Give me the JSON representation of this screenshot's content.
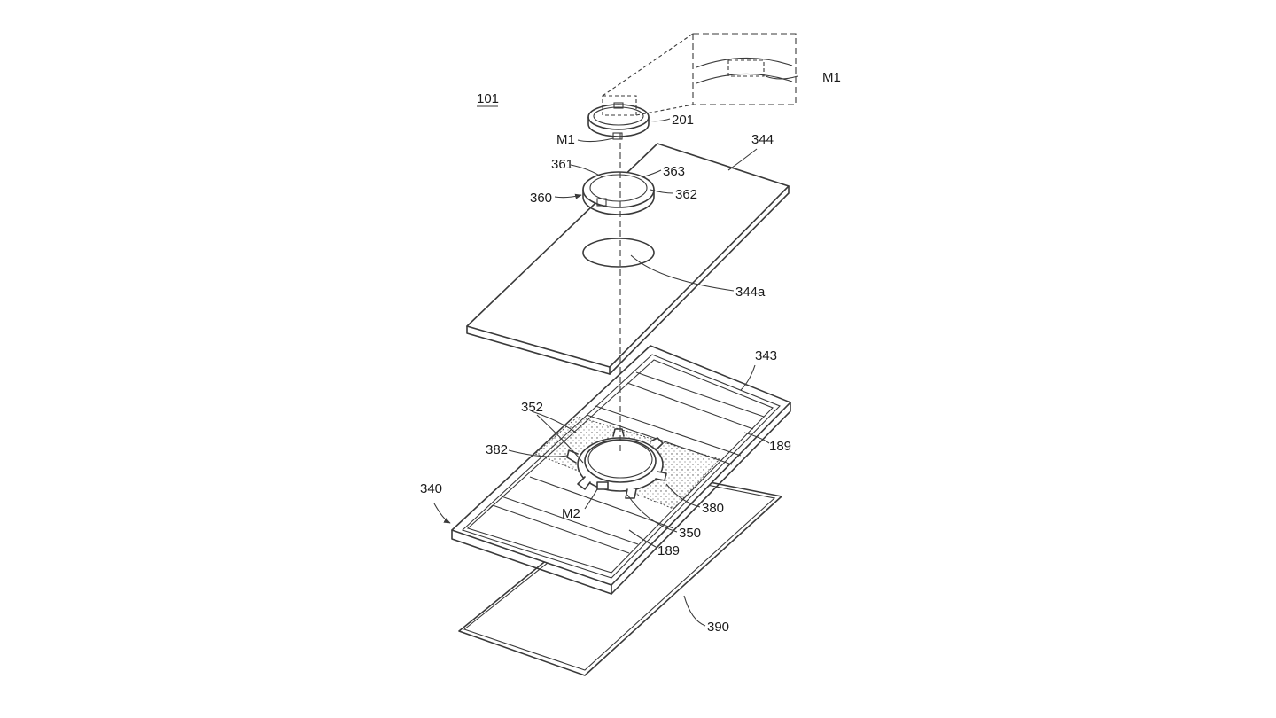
{
  "labels": {
    "figure_ref": "101",
    "m1_detail": "M1",
    "ring_201": "201",
    "m1_ring": "M1",
    "plate_344": "344",
    "ring_361": "361",
    "ring_363": "363",
    "ring_360": "360",
    "ring_362": "362",
    "hole_344a": "344a",
    "frame_343": "343",
    "mount_352": "352",
    "rib_189_top": "189",
    "mount_382": "382",
    "frame_340": "340",
    "sheet_380": "380",
    "marker_m2": "M2",
    "bracket_350": "350",
    "rib_189_bottom": "189",
    "film_390": "390"
  },
  "colors": {
    "line": "#3a3a3a",
    "text": "#1a1a1a",
    "background": "#ffffff"
  }
}
